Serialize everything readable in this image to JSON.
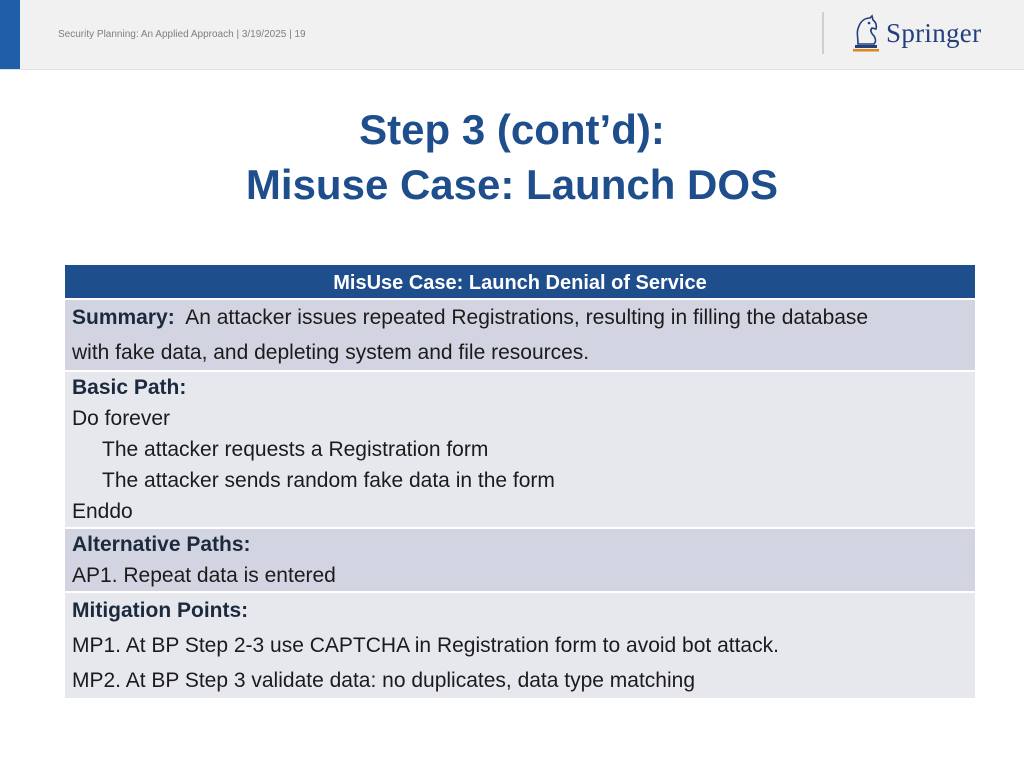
{
  "footer": {
    "text": "Security Planning: An Applied Approach | 3/19/2025 | 19"
  },
  "logo": {
    "text": "Springer",
    "icon": "springer-knight-icon"
  },
  "title": {
    "line1": "Step 3 (cont’d):",
    "line2": "Misuse Case: Launch DOS"
  },
  "table": {
    "header": "MisUse Case: Launch Denial of Service",
    "summary": {
      "label": "Summary:",
      "text1": "An attacker issues repeated Registrations, resulting in filling the database",
      "text2": "with fake data, and depleting system and file resources."
    },
    "basic_path": {
      "label": "Basic Path:",
      "lines": [
        "Do forever",
        "The attacker requests a Registration form",
        "The attacker sends random fake data in the form",
        "Enddo"
      ]
    },
    "alternative_paths": {
      "label": "Alternative Paths:",
      "lines": [
        "AP1.  Repeat data is entered"
      ]
    },
    "mitigation_points": {
      "label": "Mitigation Points:",
      "lines": [
        "MP1.  At BP Step 2-3 use CAPTCHA in Registration form to avoid bot attack.",
        "MP2.  At BP Step 3 validate data: no duplicates, data type matching"
      ]
    }
  },
  "colors": {
    "accent": "#1f5ea8",
    "title": "#1f4e8c",
    "table_header": "#1f4e8c",
    "row_shade": "#d2d5e1",
    "row_light": "#e7e8ee"
  }
}
